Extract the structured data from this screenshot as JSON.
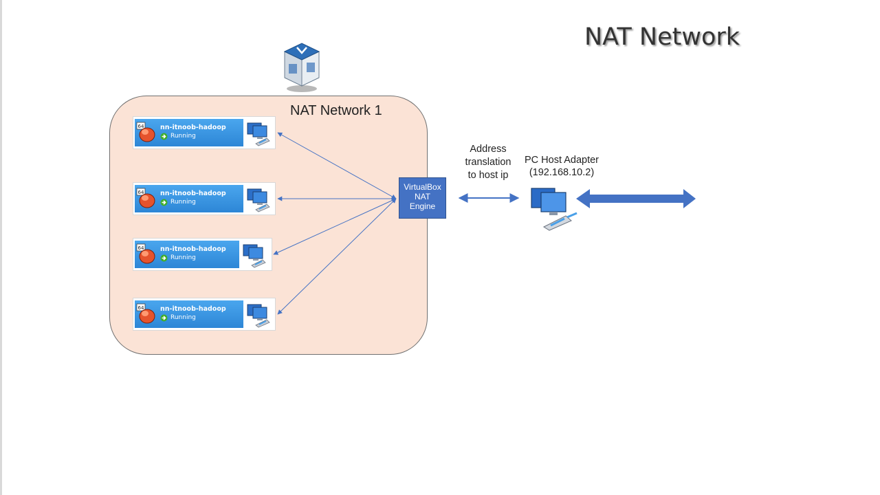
{
  "title": "NAT Network",
  "nat_network": {
    "label": "NAT Network 1",
    "vms": [
      {
        "name": "nn-itnoob-hadoop",
        "status": "Running",
        "badge": "64"
      },
      {
        "name": "nn-itnoob-hadoop",
        "status": "Running",
        "badge": "64"
      },
      {
        "name": "nn-itnoob-hadoop",
        "status": "Running",
        "badge": "64"
      },
      {
        "name": "nn-itnoob-hadoop",
        "status": "Running",
        "badge": "64"
      }
    ]
  },
  "engine": {
    "lines": [
      "VirtualBox",
      "NAT",
      "Engine"
    ]
  },
  "address_translation": {
    "lines": [
      "Address",
      "translation",
      "to host ip"
    ]
  },
  "host_adapter": {
    "lines": [
      "PC Host Adapter",
      "(192.168.10.2)"
    ]
  },
  "colors": {
    "box_fill": "#fbe3d6",
    "engine_fill": "#4472c4",
    "arrow": "#4472c4",
    "vm_bar": "#2d86d6"
  },
  "icons": {
    "logo": "virtualbox-logo-icon",
    "network": "network-computers-icon",
    "running": "running-arrow-icon"
  }
}
